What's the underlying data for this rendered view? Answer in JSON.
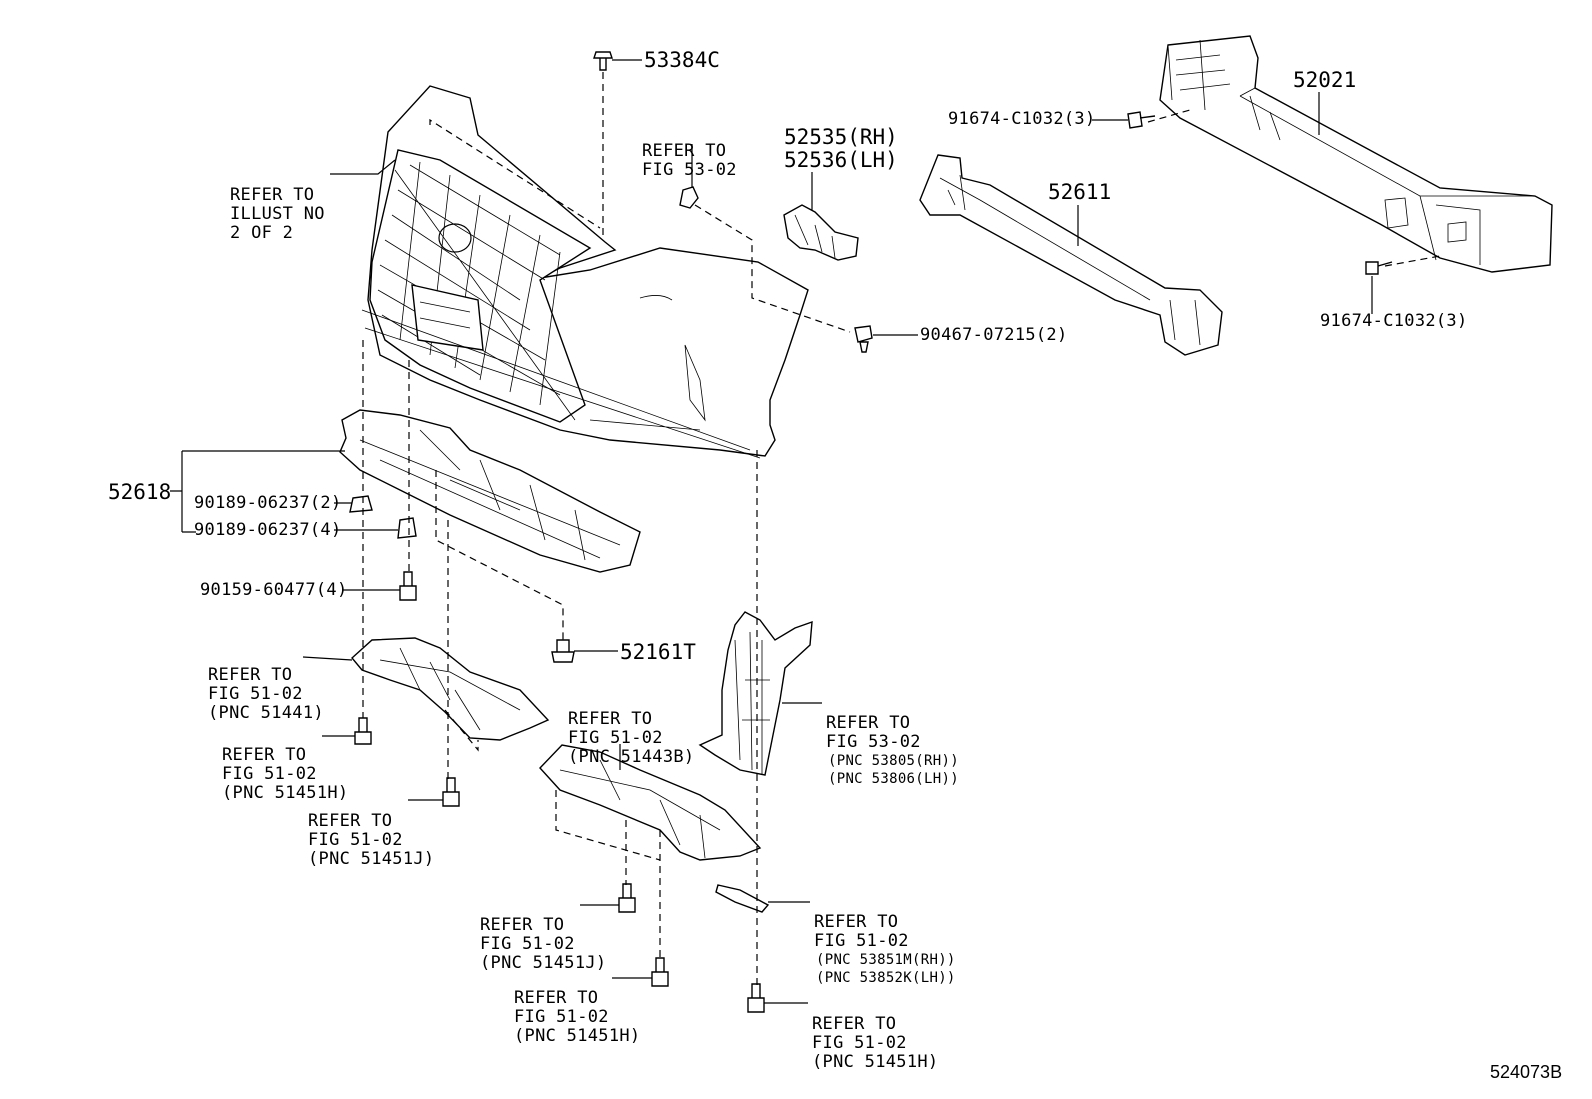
{
  "diagram_code": "524073B",
  "part_numbers": {
    "p53384C": "53384C",
    "p52021": "52021",
    "p52611": "52611",
    "p52535": "52535(RH)",
    "p52536": "52536(LH)",
    "p52618": "52618",
    "p52161T": "52161T",
    "p90467": "90467-07215(2)",
    "p91674a": "91674-C1032(3)",
    "p91674b": "91674-C1032(3)",
    "p90189a": "90189-06237(2)",
    "p90189b": "90189-06237(4)",
    "p90159": "90159-60477(4)"
  },
  "refers": [
    {
      "id": "illust",
      "lines": [
        "REFER TO",
        "ILLUST NO",
        "2 OF 2"
      ]
    },
    {
      "id": "fig5302a",
      "lines": [
        "REFER TO",
        "FIG 53-02"
      ]
    },
    {
      "id": "pnc51441",
      "lines": [
        "REFER TO",
        "FIG 51-02",
        "(PNC 51441)"
      ]
    },
    {
      "id": "pnc51451H_a",
      "lines": [
        "REFER TO",
        "FIG 51-02",
        "(PNC 51451H)"
      ]
    },
    {
      "id": "pnc51451J_a",
      "lines": [
        "REFER TO",
        "FIG 51-02",
        "(PNC 51451J)"
      ]
    },
    {
      "id": "pnc51443B",
      "lines": [
        "REFER TO",
        "FIG 51-02",
        "(PNC 51443B)"
      ]
    },
    {
      "id": "fig5302b",
      "lines": [
        "REFER TO",
        "FIG 53-02"
      ],
      "sub": [
        "(PNC 53805(RH))",
        "(PNC 53806(LH))"
      ]
    },
    {
      "id": "pnc51451J_b",
      "lines": [
        "REFER TO",
        "FIG 51-02",
        "(PNC 51451J)"
      ]
    },
    {
      "id": "pnc5385x",
      "lines": [
        "REFER TO",
        "FIG 51-02"
      ],
      "sub": [
        "(PNC 53851M(RH))",
        "(PNC 53852K(LH))"
      ]
    },
    {
      "id": "pnc51451H_b",
      "lines": [
        "REFER TO",
        "FIG 51-02",
        "(PNC 51451H)"
      ]
    },
    {
      "id": "pnc51451H_c",
      "lines": [
        "REFER TO",
        "FIG 51-02",
        "(PNC 51451H)"
      ]
    }
  ]
}
